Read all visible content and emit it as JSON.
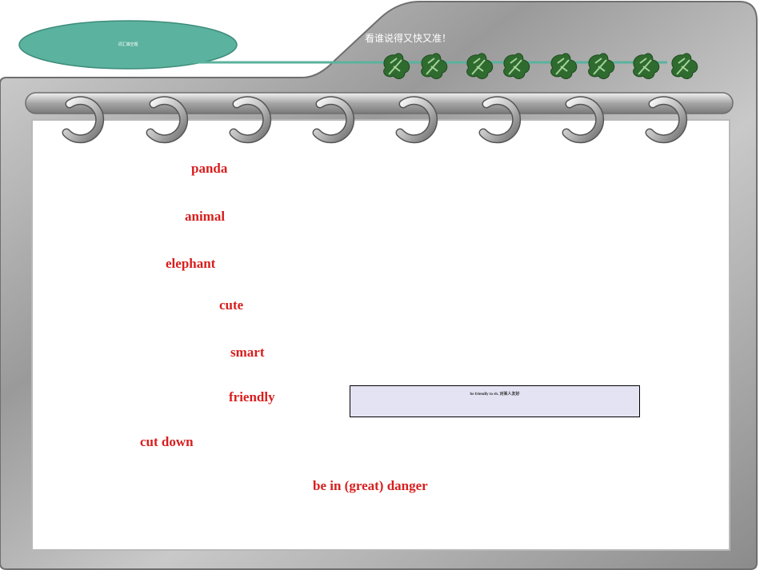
{
  "header": {
    "oval_label": "词汇填空题",
    "note": "看谁说得又快又准！"
  },
  "words": [
    "panda",
    "animal",
    "elephant",
    "cute",
    "smart",
    "friendly",
    "cut down",
    "be in (great) danger"
  ],
  "note_box": {
    "text": "be friendly to sb. 对某人友好"
  },
  "colors": {
    "word_red": "#d81e1e",
    "oval_teal": "#5bb29e",
    "leaf_green": "#2f6b2f",
    "frame_gray": "#a9a9a9",
    "note_fill": "#e3e3f4"
  }
}
